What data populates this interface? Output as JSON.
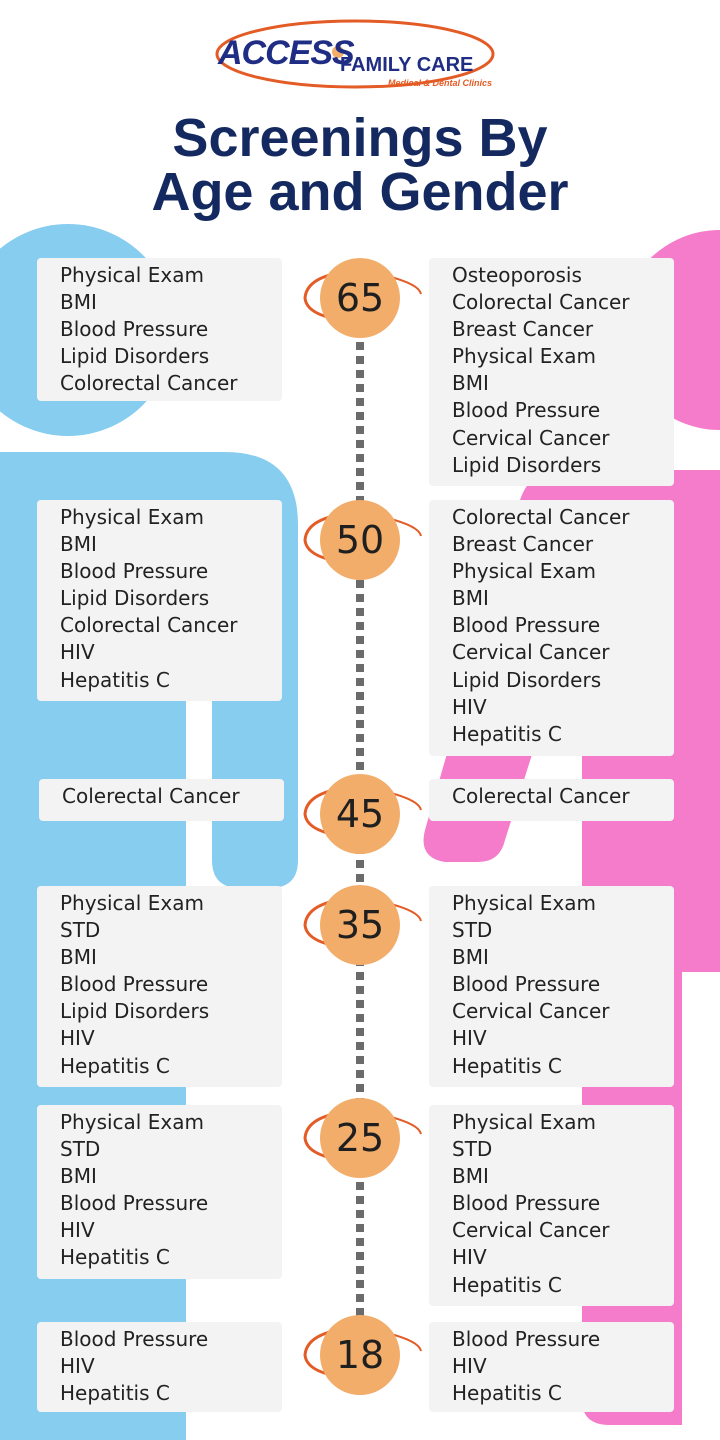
{
  "logo": {
    "name_main": "ACCESS",
    "name_secondary": "FAMILY CARE",
    "tagline": "Medical & Dental Clinics"
  },
  "title": {
    "line1": "Screenings By",
    "line2": "Age and Gender"
  },
  "colors": {
    "title": "#13295f",
    "male": "#87cdef",
    "female": "#f57bcb",
    "age_badge": "#f2ad6a",
    "orbit": "#e35b25",
    "box": "#f3f3f3",
    "timeline": "#6b6b6b"
  },
  "ages": [
    {
      "age": "65",
      "male": [
        "Physical Exam",
        "BMI",
        "Blood Pressure",
        "Lipid Disorders",
        "Colorectal Cancer"
      ],
      "female": [
        "Osteoporosis",
        "Colorectal Cancer",
        "Breast Cancer",
        "Physical Exam",
        "BMI",
        "Blood Pressure",
        "Cervical Cancer",
        "Lipid Disorders"
      ]
    },
    {
      "age": "50",
      "male": [
        "Physical Exam",
        "BMI",
        "Blood Pressure",
        "Lipid Disorders",
        "Colorectal Cancer",
        "HIV",
        "Hepatitis C"
      ],
      "female": [
        "Colorectal Cancer",
        "Breast Cancer",
        "Physical Exam",
        "BMI",
        "Blood Pressure",
        "Cervical Cancer",
        "Lipid Disorders",
        "HIV",
        "Hepatitis C"
      ]
    },
    {
      "age": "45",
      "male": [
        "Colerectal Cancer"
      ],
      "female": [
        "Colerectal Cancer"
      ]
    },
    {
      "age": "35",
      "male": [
        "Physical Exam",
        "STD",
        "BMI",
        "Blood Pressure",
        "Lipid Disorders",
        "HIV",
        "Hepatitis C"
      ],
      "female": [
        "Physical Exam",
        "STD",
        "BMI",
        "Blood Pressure",
        "Cervical Cancer",
        "HIV",
        "Hepatitis C"
      ]
    },
    {
      "age": "25",
      "male": [
        "Physical Exam",
        "STD",
        "BMI",
        "Blood Pressure",
        "HIV",
        "Hepatitis C"
      ],
      "female": [
        "Physical Exam",
        "STD",
        "BMI",
        "Blood Pressure",
        "Cervical Cancer",
        "HIV",
        "Hepatitis C"
      ]
    },
    {
      "age": "18",
      "male": [
        "Blood Pressure",
        "HIV",
        "Hepatitis C"
      ],
      "female": [
        "Blood Pressure",
        "HIV",
        "Hepatitis C"
      ]
    }
  ]
}
